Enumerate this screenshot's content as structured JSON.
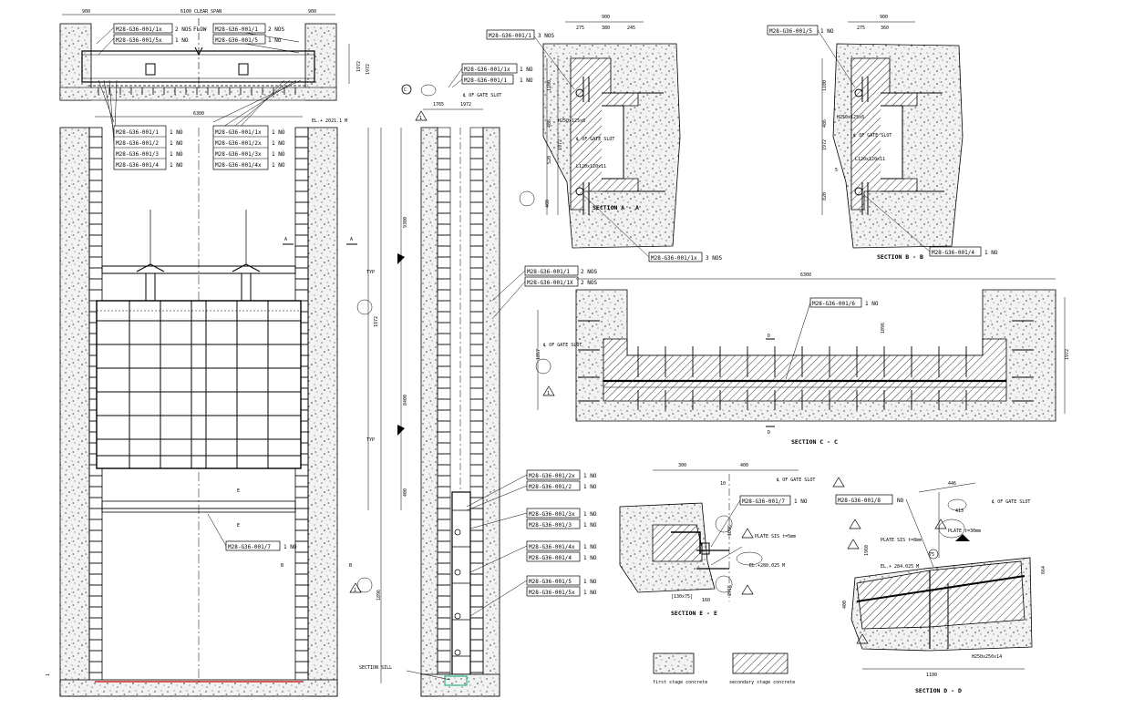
{
  "dims": {
    "top_left": "900",
    "top_span": "6100 CLEAR SPAN",
    "top_right": "900",
    "overall_6300": "6300",
    "gate_1972_a": "1972",
    "gate_1972_b": "1972",
    "gate_1972_c": "1972",
    "d_1765": "1765",
    "d_1972_side": "1972",
    "d_9300": "9300",
    "d_8400": "8400",
    "d_400": "400",
    "d_1896": "1896",
    "d_1096": "1096",
    "d_1857": "1857",
    "secA_900": "900",
    "secA_275": "275",
    "secA_380": "380",
    "secA_245": "245",
    "secA_1972": "1972",
    "secA_486": "486",
    "secA_520": "520",
    "secA_1100": "1100",
    "secA_400": "400",
    "secB_900": "900",
    "secB_275": "275",
    "secB_360": "360",
    "secB_1972": "1972",
    "secB_1100": "1100",
    "secB_486": "486",
    "secB_820": "820",
    "secB_5": "5",
    "secE_300": "300",
    "secE_400": "400",
    "secE_10": "10",
    "secE_160": "160",
    "secE_1096": "1096",
    "secE_2916": "2916",
    "secD_446": "446",
    "secD_413": "413",
    "secD_1960": "1960",
    "secD_400": "400",
    "secD_664": "664",
    "secD_1100": "1100",
    "secD_75": "75"
  },
  "parts": {
    "p_1x": "M28-G36-001/1x",
    "p_1x_q": "2 NOS",
    "p_5x": "M28-G36-001/5x",
    "p_5x_q": "1 NO",
    "p_1": "M28-G36-001/1",
    "p_1_q": "2 NOS",
    "p_5": "M28-G36-001/5",
    "p_5_q": "1 NO",
    "t1": "M28-G36-001/1",
    "t1_q": "1 NO",
    "t2": "M28-G36-001/2",
    "t2_q": "1 NO",
    "t3": "M28-G36-001/3",
    "t3_q": "1 NO",
    "t4": "M28-G36-001/4",
    "t4_q": "1 NO",
    "t1x": "M28-G36-001/1x",
    "t1x_q": "1 NO",
    "t2x": "M28-G36-001/2x",
    "t2x_q": "1 NO",
    "t3x": "M28-G36-001/3x",
    "t3x_q": "1 NO",
    "t4x": "M28-G36-001/4x",
    "t4x_q": "1 NO",
    "p_7": "M28-G36-001/7",
    "p_7_q": "1 NO",
    "c_1x": "M28-G36-001/1x",
    "c_1x_q": "1 NO",
    "c_1": "M28-G36-001/1",
    "c_1_q": "1 NO",
    "m_1": "M28-G36-001/1",
    "m_1_q": "2 NOS",
    "m_1x": "M28-G36-001/1X",
    "m_1x_q": "2 NOS",
    "r_2x": "M28-G36-001/2x",
    "r_2x_q": "1 NO",
    "r_2": "M28-G36-001/2",
    "r_2_q": "1 NO",
    "r_3x": "M28-G36-001/3x",
    "r_3x_q": "1 NO",
    "r_3": "M28-G36-001/3",
    "r_3_q": "1 NO",
    "r_4x": "M28-G36-001/4x",
    "r_4x_q": "1 NO",
    "r_4": "M28-G36-001/4",
    "r_4_q": "1 NO",
    "r_5": "M28-G36-001/5",
    "r_5_q": "1 NO",
    "r_5x": "M28-G36-001/5x",
    "r_5x_q": "1 NO",
    "a_1": "M28-G36-001/1",
    "a_1_q": "3 NOS",
    "a_1x": "M28-G36-001/1x",
    "a_1x_q": "3 NOS",
    "b_5": "M28-G36-001/5",
    "b_5_q": "1 NO",
    "b_4": "M28-G36-001/4",
    "b_4_q": "1 NO",
    "c_6": "M28-G36-001/6",
    "c_6_q": "1 NO",
    "e_7": "M28-G36-001/7",
    "e_7_q": "1 NO",
    "d_8": "M28-G36-001/8",
    "d_8_q": "NO"
  },
  "notes": {
    "flow": "FLOW",
    "el_top": "EL.+ 2021.1 M",
    "gate_slot": "℄ OF GATE SLOT",
    "typ_a": "TYP",
    "typ_b": "TYP",
    "section_sill": "SECTION SILL",
    "plate_5": "PLATE SIS t=5mm",
    "el_e": "EL.+280.025 M",
    "plate_30": "PLATE t=30mm",
    "plate_d": "PLATE SIS t=8mm",
    "el_d": "EL.+ 284.025 M",
    "l_a1": "H250x125x6",
    "l_a2": "L120x120x11",
    "l_b1": "H250x125x6",
    "l_b2": "L120x120x11",
    "l_e": "[130x75]",
    "l_d": "H250x250x14",
    "tag_a": "A",
    "tag_b": "B",
    "tag_c": "C",
    "tag_e": "E",
    "tag_d": "D",
    "circle_c": "C",
    "tri": "1"
  },
  "titles": {
    "sec_a": "SECTION A - A",
    "sec_b": "SECTION B - B",
    "sec_c": "SECTION C - C",
    "sec_e": "SECTION E - E",
    "sec_d": "SECTION D - D"
  },
  "legend": {
    "first": "first stage concrete",
    "second": "secondary stage concrete"
  }
}
